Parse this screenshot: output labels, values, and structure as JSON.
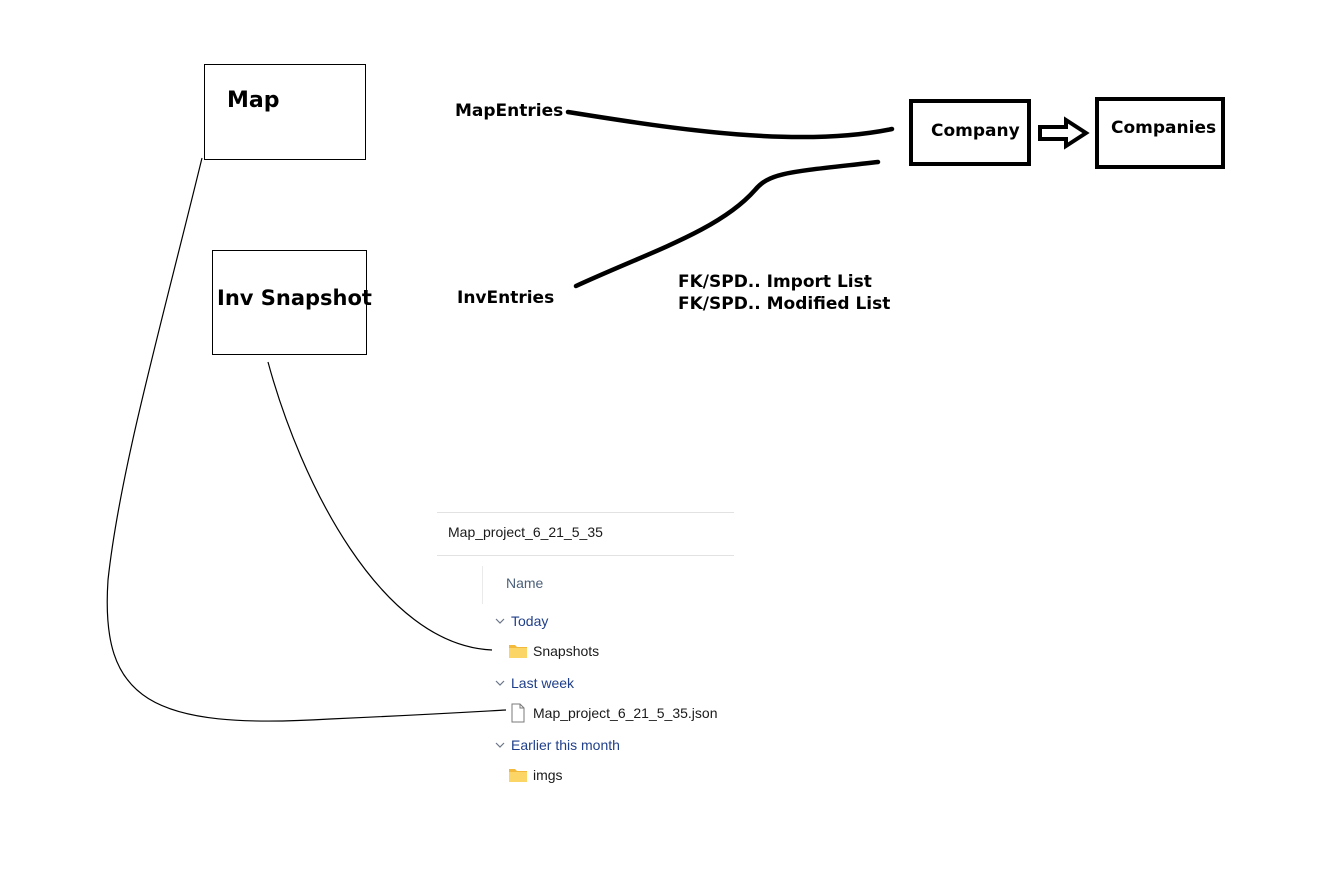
{
  "diagram": {
    "nodes": {
      "map": "Map",
      "inv_snapshot": "Inv Snapshot",
      "company": "Company",
      "companies": "Companies"
    },
    "labels": {
      "map_entries": "MapEntries",
      "inv_entries": "InvEntries",
      "import_list": "FK/SPD.. Import List",
      "modified_list": "FK/SPD.. Modified List"
    }
  },
  "explorer": {
    "folder_title": "Map_project_6_21_5_35",
    "column_name": "Name",
    "groups": [
      {
        "label": "Today",
        "items": [
          {
            "name": "Snapshots",
            "icon": "folder-icon"
          }
        ]
      },
      {
        "label": "Last week",
        "items": [
          {
            "name": "Map_project_6_21_5_35.json",
            "icon": "file-icon"
          }
        ]
      },
      {
        "label": "Earlier this month",
        "items": [
          {
            "name": "imgs",
            "icon": "folder-icon"
          }
        ]
      }
    ],
    "colors": {
      "group_text": "#1f3f8a",
      "header_text": "#4c607a",
      "folder_yellow": "#f7c948"
    }
  }
}
